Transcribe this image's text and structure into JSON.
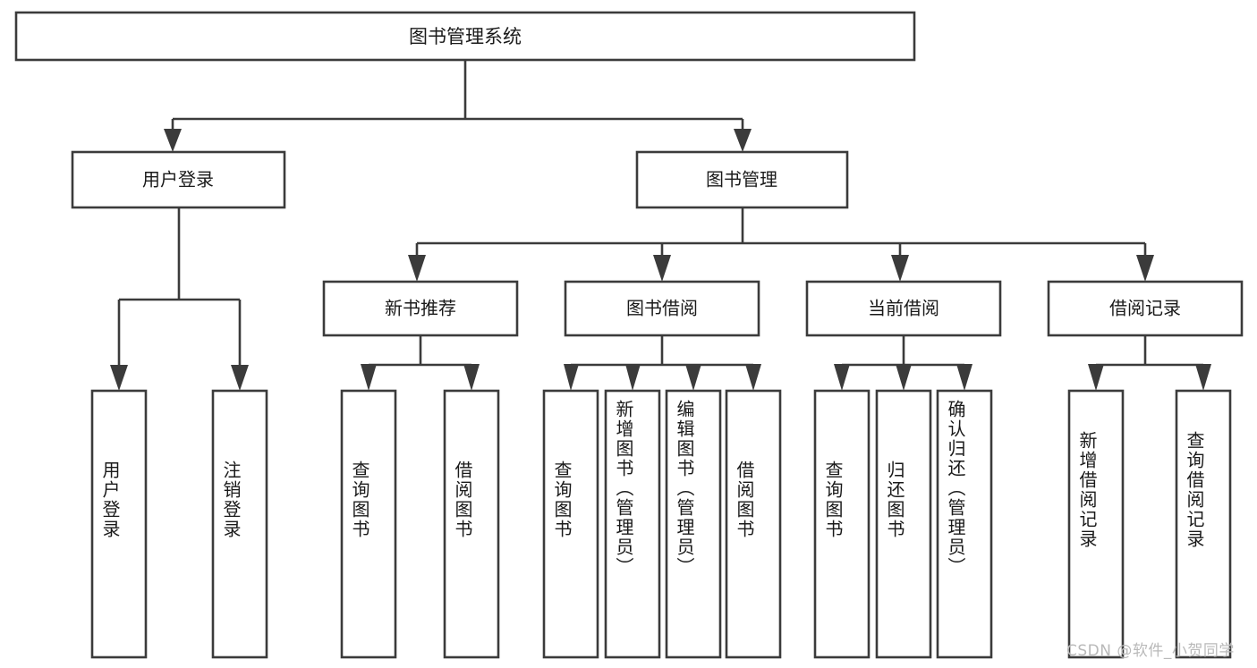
{
  "diagram": {
    "type": "tree-hierarchy",
    "title": "图书管理系统",
    "watermark": "CSDN @软件_小贺同学",
    "colors": {
      "stroke": "#3b3b3b",
      "fill": "#ffffff",
      "text": "#1a1a1a",
      "watermark": "#b9b9b9",
      "background": "#ffffff"
    },
    "nodes": {
      "root": {
        "label": "图书管理系统"
      },
      "level2": [
        {
          "id": "user-login",
          "label": "用户登录"
        },
        {
          "id": "book-management",
          "label": "图书管理"
        }
      ],
      "level3": [
        {
          "id": "new-book-recommend",
          "label": "新书推荐"
        },
        {
          "id": "book-borrow",
          "label": "图书借阅"
        },
        {
          "id": "current-borrow",
          "label": "当前借阅"
        },
        {
          "id": "borrow-record",
          "label": "借阅记录"
        }
      ],
      "leaves": {
        "user-login": [
          {
            "id": "leaf-user-login",
            "label": "用户登录"
          },
          {
            "id": "leaf-logout-login",
            "label": "注销登录"
          }
        ],
        "new-book-recommend": [
          {
            "id": "leaf-query-book-1",
            "label": "查询图书"
          },
          {
            "id": "leaf-borrow-book-1",
            "label": "借阅图书"
          }
        ],
        "book-borrow": [
          {
            "id": "leaf-query-book-2",
            "label": "查询图书"
          },
          {
            "id": "leaf-add-book",
            "label": "新增图书（管理员）"
          },
          {
            "id": "leaf-edit-book",
            "label": "编辑图书（管理员）"
          },
          {
            "id": "leaf-borrow-book-2",
            "label": "借阅图书"
          }
        ],
        "current-borrow": [
          {
            "id": "leaf-query-book-3",
            "label": "查询图书"
          },
          {
            "id": "leaf-return-book",
            "label": "归还图书"
          },
          {
            "id": "leaf-confirm-return",
            "label": "确认归还（管理员）"
          }
        ],
        "borrow-record": [
          {
            "id": "leaf-add-record",
            "label": "新增借阅记录"
          },
          {
            "id": "leaf-query-record",
            "label": "查询借阅记录"
          }
        ]
      }
    }
  }
}
